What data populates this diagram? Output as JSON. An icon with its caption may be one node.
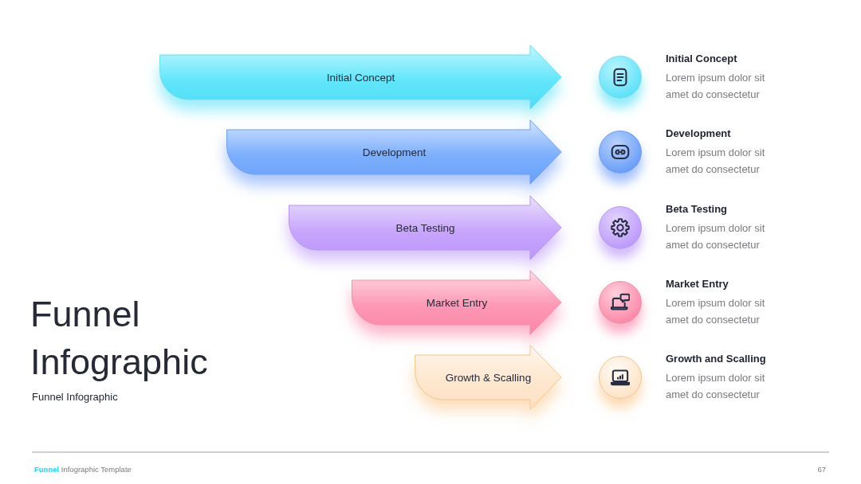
{
  "diagram": {
    "title": "Funnel Infographic",
    "nodes": [
      {
        "text": [
          "Initial Concept"
        ]
      },
      {
        "text": [],
        "shape": "circle",
        "beside": [
          "Initial Concept",
          "Lorem ipsum dolor sit amet do consectetur"
        ]
      },
      {
        "text": [
          "Development"
        ]
      },
      {
        "text": [],
        "shape": "circle",
        "beside": [
          "Development",
          "Lorem ipsum dolor sit amet do consectetur"
        ]
      },
      {
        "text": [
          "Beta Testing"
        ]
      },
      {
        "text": [],
        "shape": "circle",
        "beside": [
          "Beta Testing",
          "Lorem ipsum dolor sit amet do consectetur"
        ]
      },
      {
        "text": [
          "Market Entry"
        ]
      },
      {
        "text": [],
        "shape": "circle",
        "beside": [
          "Market Entry",
          "Lorem ipsum dolor sit amet do consectetur"
        ]
      },
      {
        "text": [
          "Growth & Scalling"
        ]
      },
      {
        "text": [],
        "shape": "circle",
        "beside": [
          "Growth and Scalling",
          "Lorem ipsum dolor sit amet do consectetur"
        ]
      }
    ],
    "labels": [
      "Funnel Infographic",
      "**Funnel** Infographic Template",
      "67"
    ]
  }
}
